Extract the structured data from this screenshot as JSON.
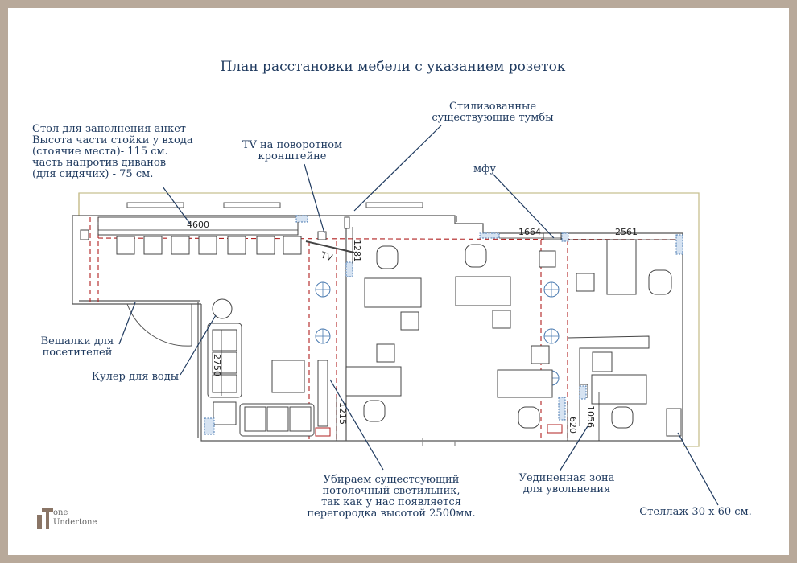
{
  "title": "План расстановки мебели с указанием розеток",
  "annotations": {
    "table": [
      "Стол для заполнения анкет",
      "Высота части стойки у входа",
      "(стоячие места)- 115 см.",
      "часть напротив диванов",
      "(для сидячих) - 75 см."
    ],
    "tv": [
      "TV на поворотном",
      "кронштейне"
    ],
    "cabinets": [
      "Стилизованные",
      "существующие тумбы"
    ],
    "mfu": [
      "мфу"
    ],
    "hangers": [
      "Вешалки для",
      "посетителей"
    ],
    "cooler": [
      "Кулер для воды"
    ],
    "light": [
      "Убираем сущестсующий",
      "потолочный светильник,",
      "так как у нас появляется",
      "перегородка высотой 2500мм."
    ],
    "zone": [
      "Уединенная зона",
      "для увольнения"
    ],
    "shelf": [
      "Стеллаж 30 х 60 см."
    ]
  },
  "dimensions": {
    "d4600": "4600",
    "d1281": "1281",
    "d1664": "1664",
    "d2561": "2561",
    "d2750": "2750",
    "d1215": "1215",
    "d620": "620",
    "d1056": "1056",
    "tv_mark": "TV"
  },
  "logo": {
    "line1": "one",
    "line2": "Undertone"
  },
  "colors": {
    "annotation": "#1f3a5f",
    "wall": "#555555",
    "outer": "#c8c090",
    "dash": "#b02020",
    "socket": "#4a7ab0"
  }
}
